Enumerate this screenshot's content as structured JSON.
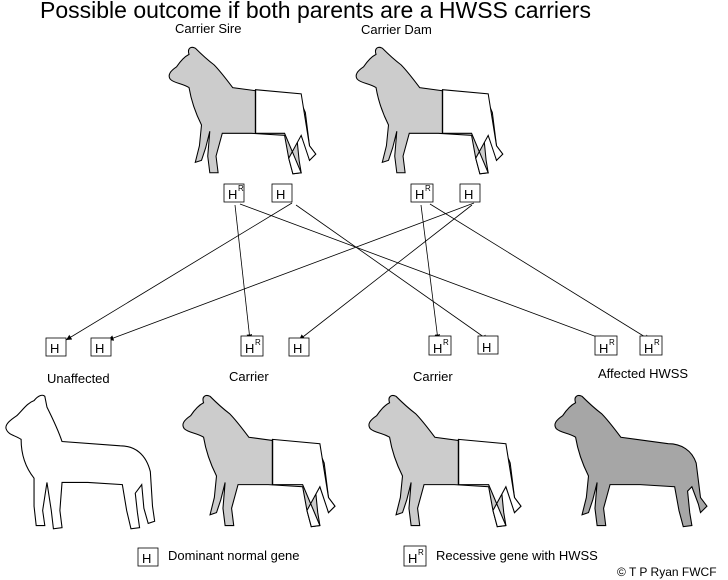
{
  "title": "Possible outcome if both parents are a HWSS carriers",
  "parents": [
    {
      "label": "Carrier Sire",
      "genes": [
        "H",
        "HR"
      ]
    },
    {
      "label": "Carrier Dam",
      "genes": [
        "HR",
        "H"
      ]
    }
  ],
  "offspring": [
    {
      "label": "Unaffected",
      "genes": [
        "H",
        "H"
      ]
    },
    {
      "label": "Carrier",
      "genes": [
        "HR",
        "H"
      ]
    },
    {
      "label": "Carrier",
      "genes": [
        "HR",
        "H"
      ]
    },
    {
      "label": "Affected HWSS",
      "genes": [
        "HR",
        "HR"
      ]
    }
  ],
  "gene_symbol": "H",
  "gene_superscript": "R",
  "legend": {
    "dominant_label": "Dominant normal gene",
    "recessive_label": "Recessive gene with HWSS"
  },
  "copyright": "© T P Ryan FWCF",
  "colors": {
    "carrier_fill": "#cccccc",
    "affected_fill": "#a6a6a6",
    "unaffected_fill": "#ffffff",
    "line": "#000000"
  }
}
